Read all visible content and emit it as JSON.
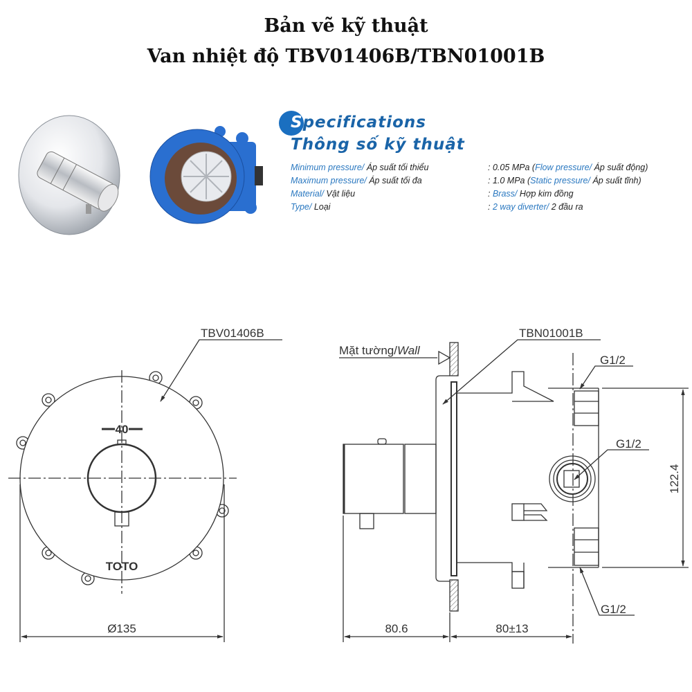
{
  "title": {
    "line1": "Bản vẽ kỹ thuật",
    "line2": "Van nhiệt độ TBV01406B/TBN01001B"
  },
  "specs": {
    "heading_initial": "S",
    "heading_en_rest": "pecifications",
    "heading_vi": "Thông số kỹ thuật",
    "rows": [
      {
        "label_en": "Minimum pressure/",
        "label_vi": " Áp suất tối thiểu",
        "value_pre": ": 0.05 MPa (",
        "value_en": "Flow pressure/",
        "value_vi": " Áp suất động)"
      },
      {
        "label_en": "Maximum pressure/",
        "label_vi": " Áp suất tối đa",
        "value_pre": ": 1.0 MPa (",
        "value_en": "Static pressure/",
        "value_vi": " Áp suất tĩnh)"
      },
      {
        "label_en": "Material/",
        "label_vi": " Vật liệu",
        "value_pre": ": ",
        "value_en": "Brass/",
        "value_vi": " Hợp kim đồng"
      },
      {
        "label_en": "Type/",
        "label_vi": "  Loại",
        "value_pre": ": ",
        "value_en": "2 way diverter/",
        "value_vi": " 2 đầu ra"
      }
    ]
  },
  "drawing": {
    "front_model": "TBV01406B",
    "front_scale_mark": "40",
    "front_logo": "TOTO",
    "diameter_dim": "Ø135",
    "side_model": "TBN01001B",
    "wall_label": "Mặt tường/",
    "wall_label_en": "Wall",
    "port_top": "G1/2",
    "port_mid": "G1/2",
    "port_bottom": "G1/2",
    "dim_height": "122.4",
    "dim_handle": "80.6",
    "dim_depth": "80±13"
  },
  "colors": {
    "accent_blue": "#1a64a8",
    "box_blue": "#2a6fd0"
  }
}
